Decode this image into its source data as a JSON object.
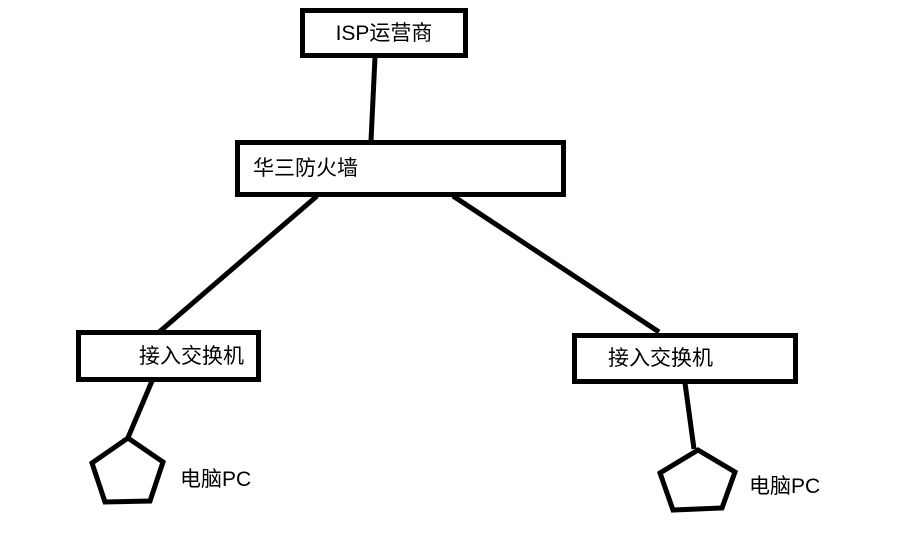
{
  "diagram": {
    "background": "#ffffff",
    "stroke_color": "#000000",
    "node_fill": "#ffffff",
    "nodes": {
      "isp": {
        "label": "ISP运营商",
        "shape": "rectangle"
      },
      "firewall": {
        "label": "华三防火墙",
        "shape": "rectangle"
      },
      "switch_left": {
        "label": "接入交换机",
        "shape": "rectangle"
      },
      "switch_right": {
        "label": "接入交换机",
        "shape": "rectangle"
      },
      "pc_left": {
        "label": "电脑PC",
        "shape": "pentagon"
      },
      "pc_right": {
        "label": "电脑PC",
        "shape": "pentagon"
      }
    },
    "edges": [
      {
        "from": "isp",
        "to": "firewall"
      },
      {
        "from": "firewall",
        "to": "switch_left"
      },
      {
        "from": "firewall",
        "to": "switch_right"
      },
      {
        "from": "switch_left",
        "to": "pc_left"
      },
      {
        "from": "switch_right",
        "to": "pc_right"
      }
    ]
  }
}
